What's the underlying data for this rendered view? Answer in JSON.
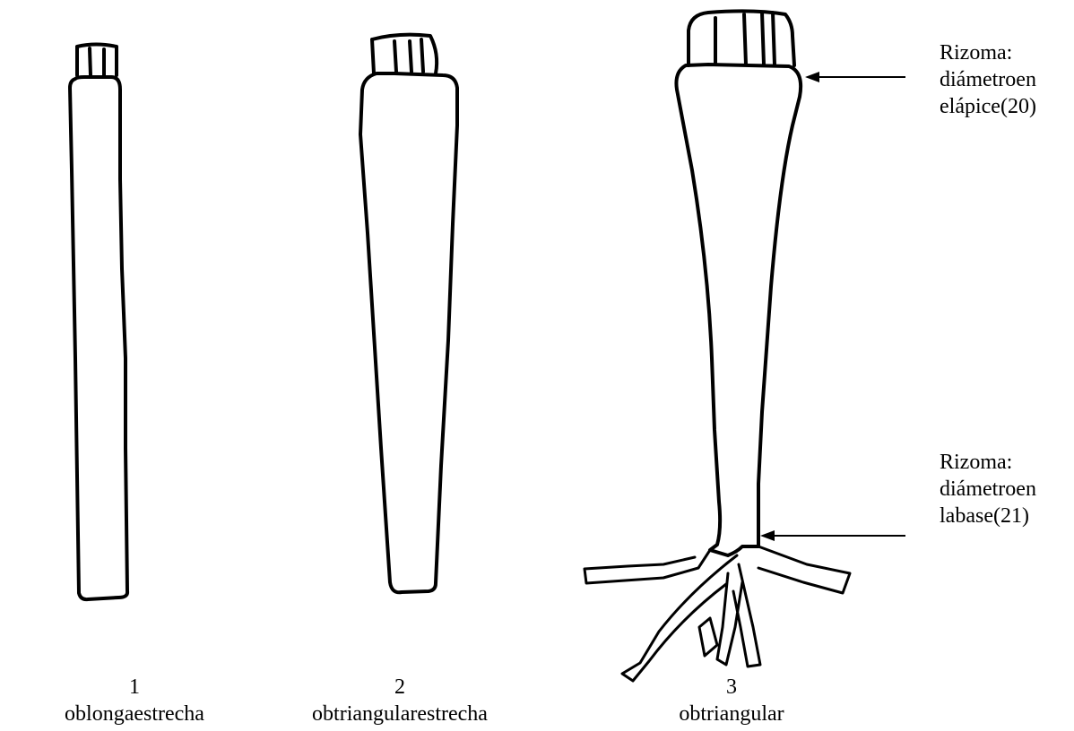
{
  "rhizomes": [
    {
      "number": "1",
      "name": "oblongaestrecha"
    },
    {
      "number": "2",
      "name": "obtriangularestrecha"
    },
    {
      "number": "3",
      "name": "obtriangular"
    }
  ],
  "callouts": {
    "apex": {
      "line1": "Rizoma:",
      "line2": "diámetroen",
      "line3": "elápice(20)"
    },
    "base": {
      "line1": "Rizoma:",
      "line2": "diámetroen",
      "line3": "labase(21)"
    }
  }
}
